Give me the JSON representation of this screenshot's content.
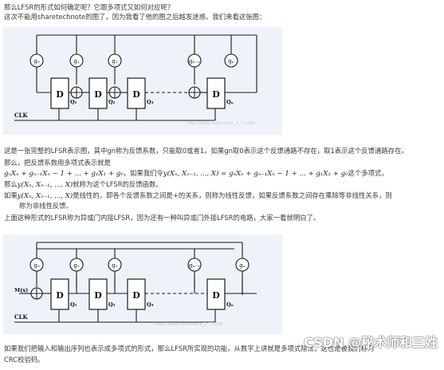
{
  "intro": {
    "line1": "那么LFSR的形式如何确定呢？它跟多项式又如何对应呢？",
    "line2": "这次不能用sharetechnote的图了，因为我看了他的图之后越发迷惑。我们来看这张图："
  },
  "figure1": {
    "taps": [
      "g₀",
      "g₁",
      "g₂",
      "gₙ₋₁",
      "gₙ"
    ],
    "registers": [
      "D",
      "D",
      "D",
      "D"
    ],
    "outputs": [
      "Q₁",
      "Q₂",
      "Q₃",
      "Qₙ"
    ],
    "clock_label": "CLK",
    "watermark": "http://blog.csdn.net/z_3_71209"
  },
  "explain": {
    "line1": "这是一张完整的LFSR表示图，其中gn称为反馈系数，只能取0或者1。如果gn取0表示这个反馈通路不存在，取1表示这个反馈通路存在。",
    "line2": "那么，把反馈系数用多项式表示就是",
    "poly1": "gₙXₙ + gₙ₋₁Xₙ − 1 + ... + g₁X₁ + g₀",
    "poly1_suffix": "，如果我们令",
    "poly2": "y(Xₙ, Xₙ₋₁, ..., X) = gₙXₙ + gₙ₋₁Xₙ − 1 + ... + g₁X₁ + g₀",
    "poly2_suffix": "这个多项式，",
    "line4_prefix": "那么",
    "line4_math": "y(Xₙ, Xₙ₋₁, ..., X)",
    "line4_suffix": "就称为这个LFSR的反馈函数。",
    "line5_prefix": "如果",
    "line5_math": "y(Xₙ, Xₙ₋₁, ..., X)",
    "line5_suffix": "是线性的，即各个反馈系数之间是+的关系，则称为线性反馈，如果反馈系数之间存在乘除等非线性关系，则",
    "line6": "称为非线性反馈。",
    "line7": "上面这种形式的LFSR称为异或门内接LFSR，因为还有一种叫异或门外接LFSR的电路，大家一看就明白了。"
  },
  "figure2": {
    "taps": [
      "g₀",
      "g₁",
      "g₂",
      "gₙ₋₁",
      "gₙ"
    ],
    "registers": [
      "D",
      "D",
      "D",
      "D"
    ],
    "outputs": [
      "Q₁",
      "Q₂",
      "Q₃",
      "Qₙ"
    ],
    "input_label": "M(x)",
    "clock_label": "CLK",
    "watermark": "http://blog.csdn.net/z_3_71209"
  },
  "conclusion": {
    "line1": "如果我们把输入和输出序列也表示成多项式的形式，那么LFSR所实现的功能，从数字上讲就是多项式除法，这也是被我们称为",
    "line2": "CRC校验码。"
  },
  "csdn_watermark": "CSDN @秘术师和三姓"
}
